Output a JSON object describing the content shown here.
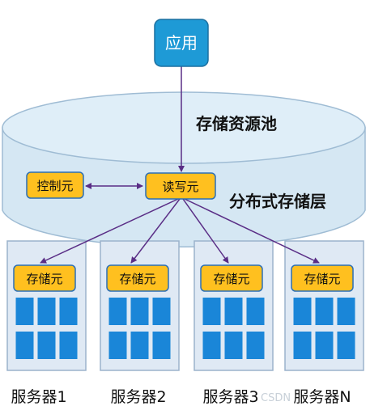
{
  "diagram": {
    "app_label": "应用",
    "pool_label": "存储资源池",
    "layer_label": "分布式存储层",
    "control_label": "控制元",
    "rw_label": "读写元",
    "servers": [
      {
        "storage_label": "存储元",
        "name": "服务器1"
      },
      {
        "storage_label": "存储元",
        "name": "服务器2"
      },
      {
        "storage_label": "存储元",
        "name": "服务器3"
      },
      {
        "storage_label": "存储元",
        "name": "服务器N"
      }
    ],
    "watermark": "CSDN",
    "colors": {
      "app_fill": "#1e9ad6",
      "app_stroke": "#1b6f9f",
      "element_fill": "#ffc01f",
      "element_stroke": "#2b6fb6",
      "cylinder_fill": "#d5e7f3",
      "cylinder_top": "#dfeef8",
      "cylinder_stroke": "#9fbcd4",
      "server_fill": "#dfe9f4",
      "server_stroke": "#9cb3cc",
      "disk_fill": "#1a86d8",
      "arrow": "#5a2e86",
      "text": "#111111"
    }
  }
}
